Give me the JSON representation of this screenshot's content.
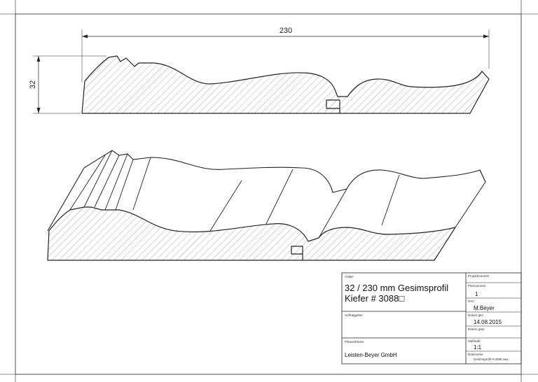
{
  "dimensions": {
    "width": "230",
    "height": "32"
  },
  "title_block": {
    "artikel_label": "Artikel",
    "title_line1": "32 / 230 mm Gesimsprofil",
    "title_line2": "Kiefer # 3088□",
    "projektnummer_label": "Projektnummer",
    "plannummer_label": "Plannummer",
    "plannummer_value": "1",
    "gez_label": "Gez.",
    "gez_value": "M.Beyer",
    "datum_gez_label": "Datum gez.",
    "datum_gez_value": "14.08.2015",
    "datum_gepr_label": "Datum gepr.",
    "auftraggeber_label": "Auftraggeber",
    "planverfasser_label": "Planverfasser",
    "planverfasser_value": "Leisten-Beyer GmbH",
    "massstab_label": "Maßstab",
    "massstab_value": "1:1",
    "dateiname_label": "Dateiname",
    "dateiname_value": "Gesimsprofil-#-3088.vwx"
  },
  "colors": {
    "line": "#222222",
    "hatch": "#777777"
  }
}
